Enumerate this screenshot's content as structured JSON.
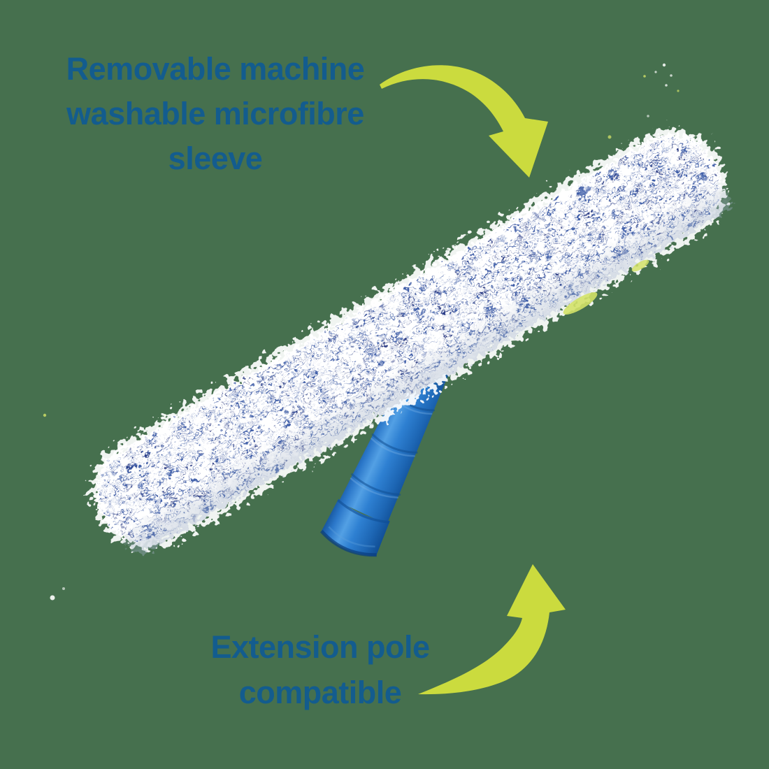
{
  "scene": {
    "background_color": "#46704E",
    "accent_arrow_color": "#CBDB3E",
    "annotation_text_color": "#135C8E"
  },
  "annotations": {
    "sleeve_note": {
      "lines": [
        "Removable machine",
        "washable microfibre",
        "sleeve"
      ]
    },
    "pole_note": {
      "lines": [
        "Extension pole",
        "compatible"
      ]
    }
  },
  "product": {
    "sleeve": {
      "base_color": "#FFFFFF",
      "fibre_speck_color": "#3B5CA8",
      "fibre_speck_dark_color": "#1B2F7F",
      "trim_peek_color": "#D3E268"
    },
    "handle": {
      "body_color": "#2273C5",
      "highlight_color": "#53A0E4",
      "shadow_color": "#0F4C92"
    }
  }
}
